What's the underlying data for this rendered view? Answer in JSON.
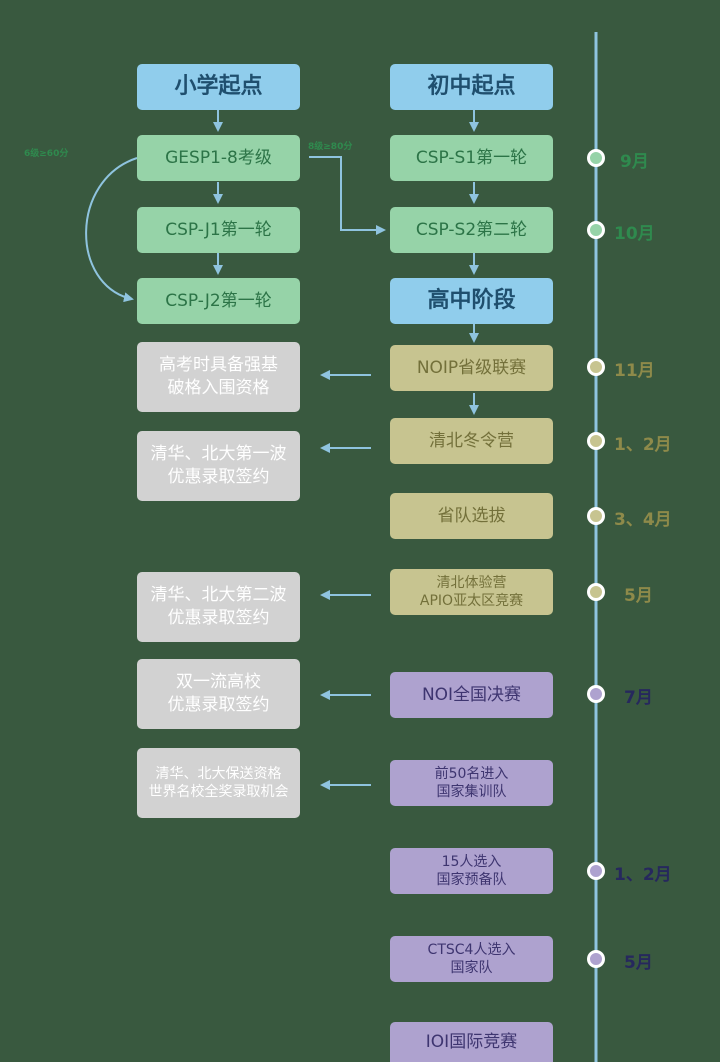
{
  "colors": {
    "background": "#39593f",
    "line": "#8fc4df",
    "stage_box": "#90cdec",
    "stage_text": "#1f4f6e",
    "green_box": "#96d3a8",
    "green_text": "#2c7447",
    "olive_box": "#c7c490",
    "olive_text": "#73703a",
    "gray_box": "#d2d2d2",
    "gray_text": "#ffffff",
    "purple_box": "#aea2cf",
    "purple_text": "#3e3570",
    "month_green": "#2f8a4e",
    "month_olive": "#8e8a4a",
    "month_navy": "#26285d"
  },
  "primary_left": {
    "stage": "小学起点",
    "steps": [
      "GESP1-8考级",
      "CSP-J1第一轮",
      "CSP-J2第一轮"
    ]
  },
  "junior_high": {
    "stage": "初中起点",
    "steps": [
      "CSP-S1第一轮",
      "CSP-S2第二轮"
    ]
  },
  "senior_high": {
    "stage": "高中阶段",
    "steps": [
      "NOIP省级联赛",
      "清北冬令营",
      "省队选拔",
      "清北体验营\nAPIO亚太区竞赛",
      "NOI全国决赛",
      "前50名进入\n国家集训队",
      "15人选入\n国家预备队",
      "CTSC4人选入\n国家队",
      "IOI国际竞赛"
    ]
  },
  "outcomes": [
    "高考时具备强基\n破格入围资格",
    "清华、北大第一波\n优惠录取签约",
    "清华、北大第二波\n优惠录取签约",
    "双一流高校\n优惠录取签约",
    "清华、北大保送资格\n世界名校全奖录取机会"
  ],
  "months": [
    "9月",
    "10月",
    "11月",
    "1、2月",
    "3、4月",
    "5月",
    "7月",
    "1、2月",
    "5月"
  ],
  "skip_labels": [
    "6级≥60分",
    "8级≥80分"
  ]
}
